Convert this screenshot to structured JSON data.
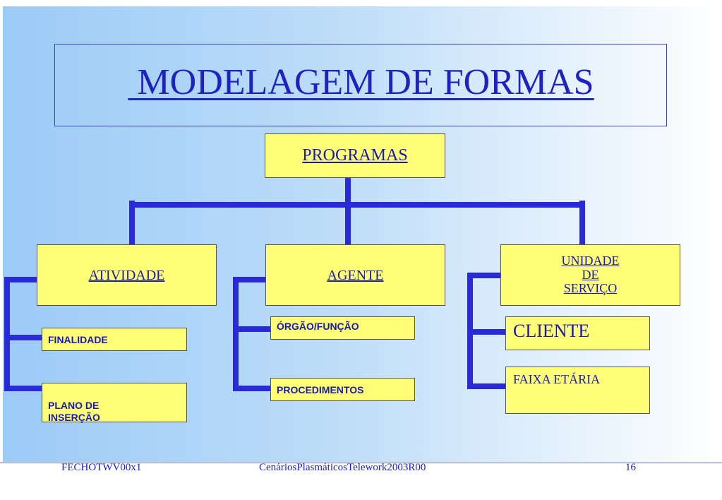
{
  "title": " MODELAGEM DE FORMAS",
  "root": {
    "label": "PROGRAMAS"
  },
  "branches": [
    {
      "label": "ATIVIDADE",
      "children": [
        "FINALIDADE",
        "PLANO DE\nINSERÇÃO"
      ]
    },
    {
      "label": "AGENTE",
      "children": [
        "ÓRGÃO/FUNÇÃO",
        "PROCEDIMENTOS"
      ]
    },
    {
      "label_lines": [
        "UNIDADE",
        "DE",
        "SERVIÇO"
      ],
      "children": [
        "CLIENTE",
        "FAIXA ETÁRIA"
      ]
    }
  ],
  "footer": {
    "left": "FECHOTWV00x1",
    "center": "CenáriosPlasmáticosTelework2003R00",
    "page": "16"
  },
  "colors": {
    "box_fill": "#ffff77",
    "connector": "#2a2ad6",
    "text": "#1a1ab0"
  }
}
